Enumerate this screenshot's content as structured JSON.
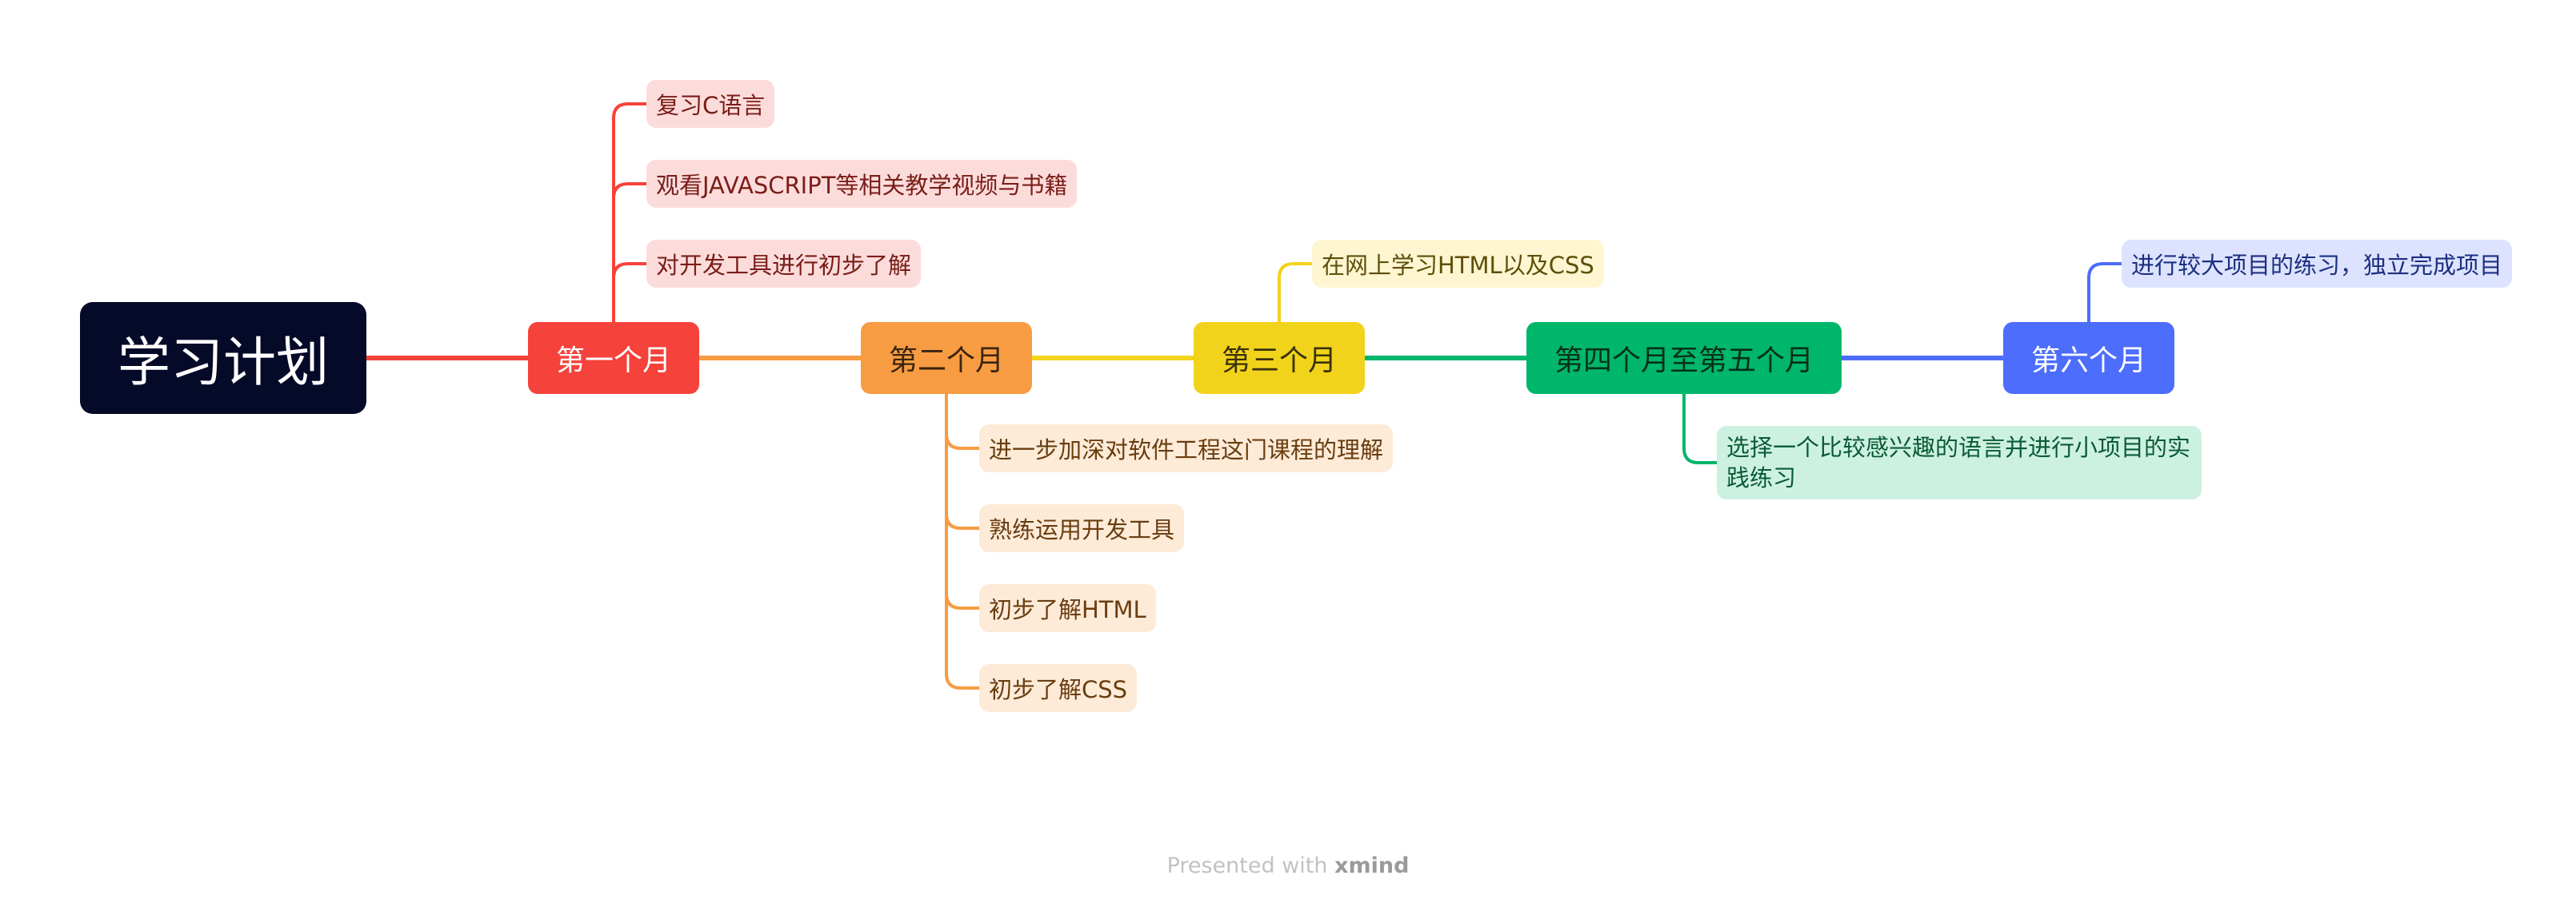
{
  "root": {
    "label": "学习计划"
  },
  "colors": {
    "root_bg": "#050a28",
    "month1": "#f5423b",
    "month2": "#f79c42",
    "month3": "#f2d31b",
    "month45": "#00b66b",
    "month6": "#4d6dfd"
  },
  "branches": [
    {
      "label": "第一个月",
      "children": [
        "复习C语言",
        "观看JAVASCRIPT等相关教学视频与书籍",
        "对开发工具进行初步了解"
      ]
    },
    {
      "label": "第二个月",
      "children": [
        "进一步加深对软件工程这门课程的理解",
        "熟练运用开发工具",
        "初步了解HTML",
        "初步了解CSS"
      ]
    },
    {
      "label": "第三个月",
      "children": [
        "在网上学习HTML以及CSS"
      ]
    },
    {
      "label": "第四个月至第五个月",
      "children": [
        "选择一个比较感兴趣的语言并进行小项目的实践练习"
      ]
    },
    {
      "label": "第六个月",
      "children": [
        "进行较大项目的练习，独立完成项目"
      ]
    }
  ],
  "footer": {
    "prefix": "Presented with",
    "brand": "xmind"
  }
}
